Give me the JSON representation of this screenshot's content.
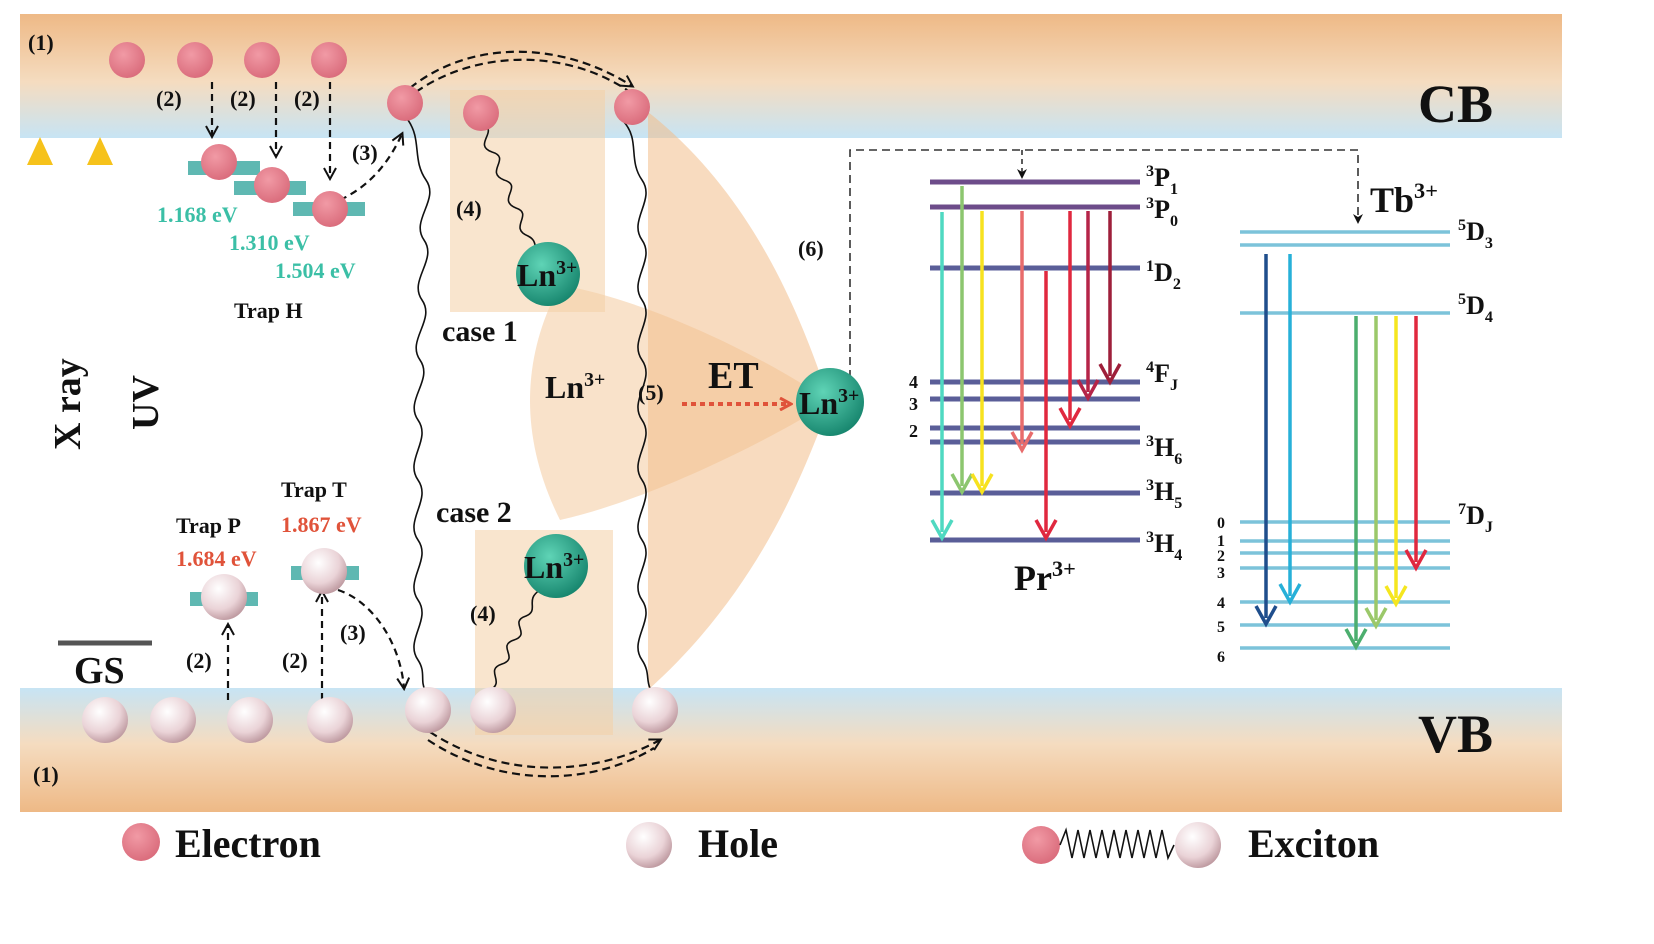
{
  "bands": {
    "cb": "CB",
    "vb": "VB"
  },
  "steps": {
    "s1": "(1)",
    "s2": "(2)",
    "s3": "(3)",
    "s4": "(4)",
    "s5": "(5)",
    "s6": "(6)"
  },
  "excitation": {
    "xray": "X ray",
    "uv": "UV",
    "gs": "GS"
  },
  "traps": {
    "h": {
      "name": "Trap H",
      "e1": "1.168 eV",
      "e2": "1.310 eV",
      "e3": "1.504 eV"
    },
    "p": {
      "name": "Trap P",
      "e": "1.684 eV"
    },
    "t": {
      "name": "Trap T",
      "e": "1.867 eV"
    }
  },
  "cases": {
    "c1": "case 1",
    "c2": "case 2"
  },
  "ln": {
    "base": "Ln",
    "charge": "3+"
  },
  "et": "ET",
  "pr": {
    "ion": {
      "base": "Pr",
      "charge": "3+"
    },
    "levels": [
      {
        "sup": "3",
        "base": "P",
        "sub": "1"
      },
      {
        "sup": "3",
        "base": "P",
        "sub": "0"
      },
      {
        "sup": "1",
        "base": "D",
        "sub": "2"
      },
      {
        "sup": "4",
        "base": "F",
        "sub": "J"
      },
      {
        "sup": "3",
        "base": "H",
        "sub": "6"
      },
      {
        "sup": "3",
        "base": "H",
        "sub": "5"
      },
      {
        "sup": "3",
        "base": "H",
        "sub": "4"
      }
    ],
    "f_sublevels": [
      "4",
      "3",
      "2"
    ]
  },
  "tb": {
    "ion": {
      "base": "Tb",
      "charge": "3+"
    },
    "levels": [
      {
        "sup": "5",
        "base": "D",
        "sub": "3"
      },
      {
        "sup": "5",
        "base": "D",
        "sub": "4"
      },
      {
        "sup": "7",
        "base": "D",
        "sub": "J"
      }
    ],
    "j_sublevels": [
      "0",
      "1",
      "2",
      "3",
      "4",
      "5",
      "6"
    ]
  },
  "legend": {
    "electron": "Electron",
    "hole": "Hole",
    "exciton": "Exciton"
  },
  "colors": {
    "band_orange": "#f2c79a",
    "band_blue": "#cfe6f4",
    "electron": "#e07a88",
    "hole": "#e8d2d6",
    "ln_ion": "#1e9e83",
    "trap_level": "#5fb8b2",
    "energy_teal": "#3bbfa6",
    "energy_red": "#e0533a"
  }
}
